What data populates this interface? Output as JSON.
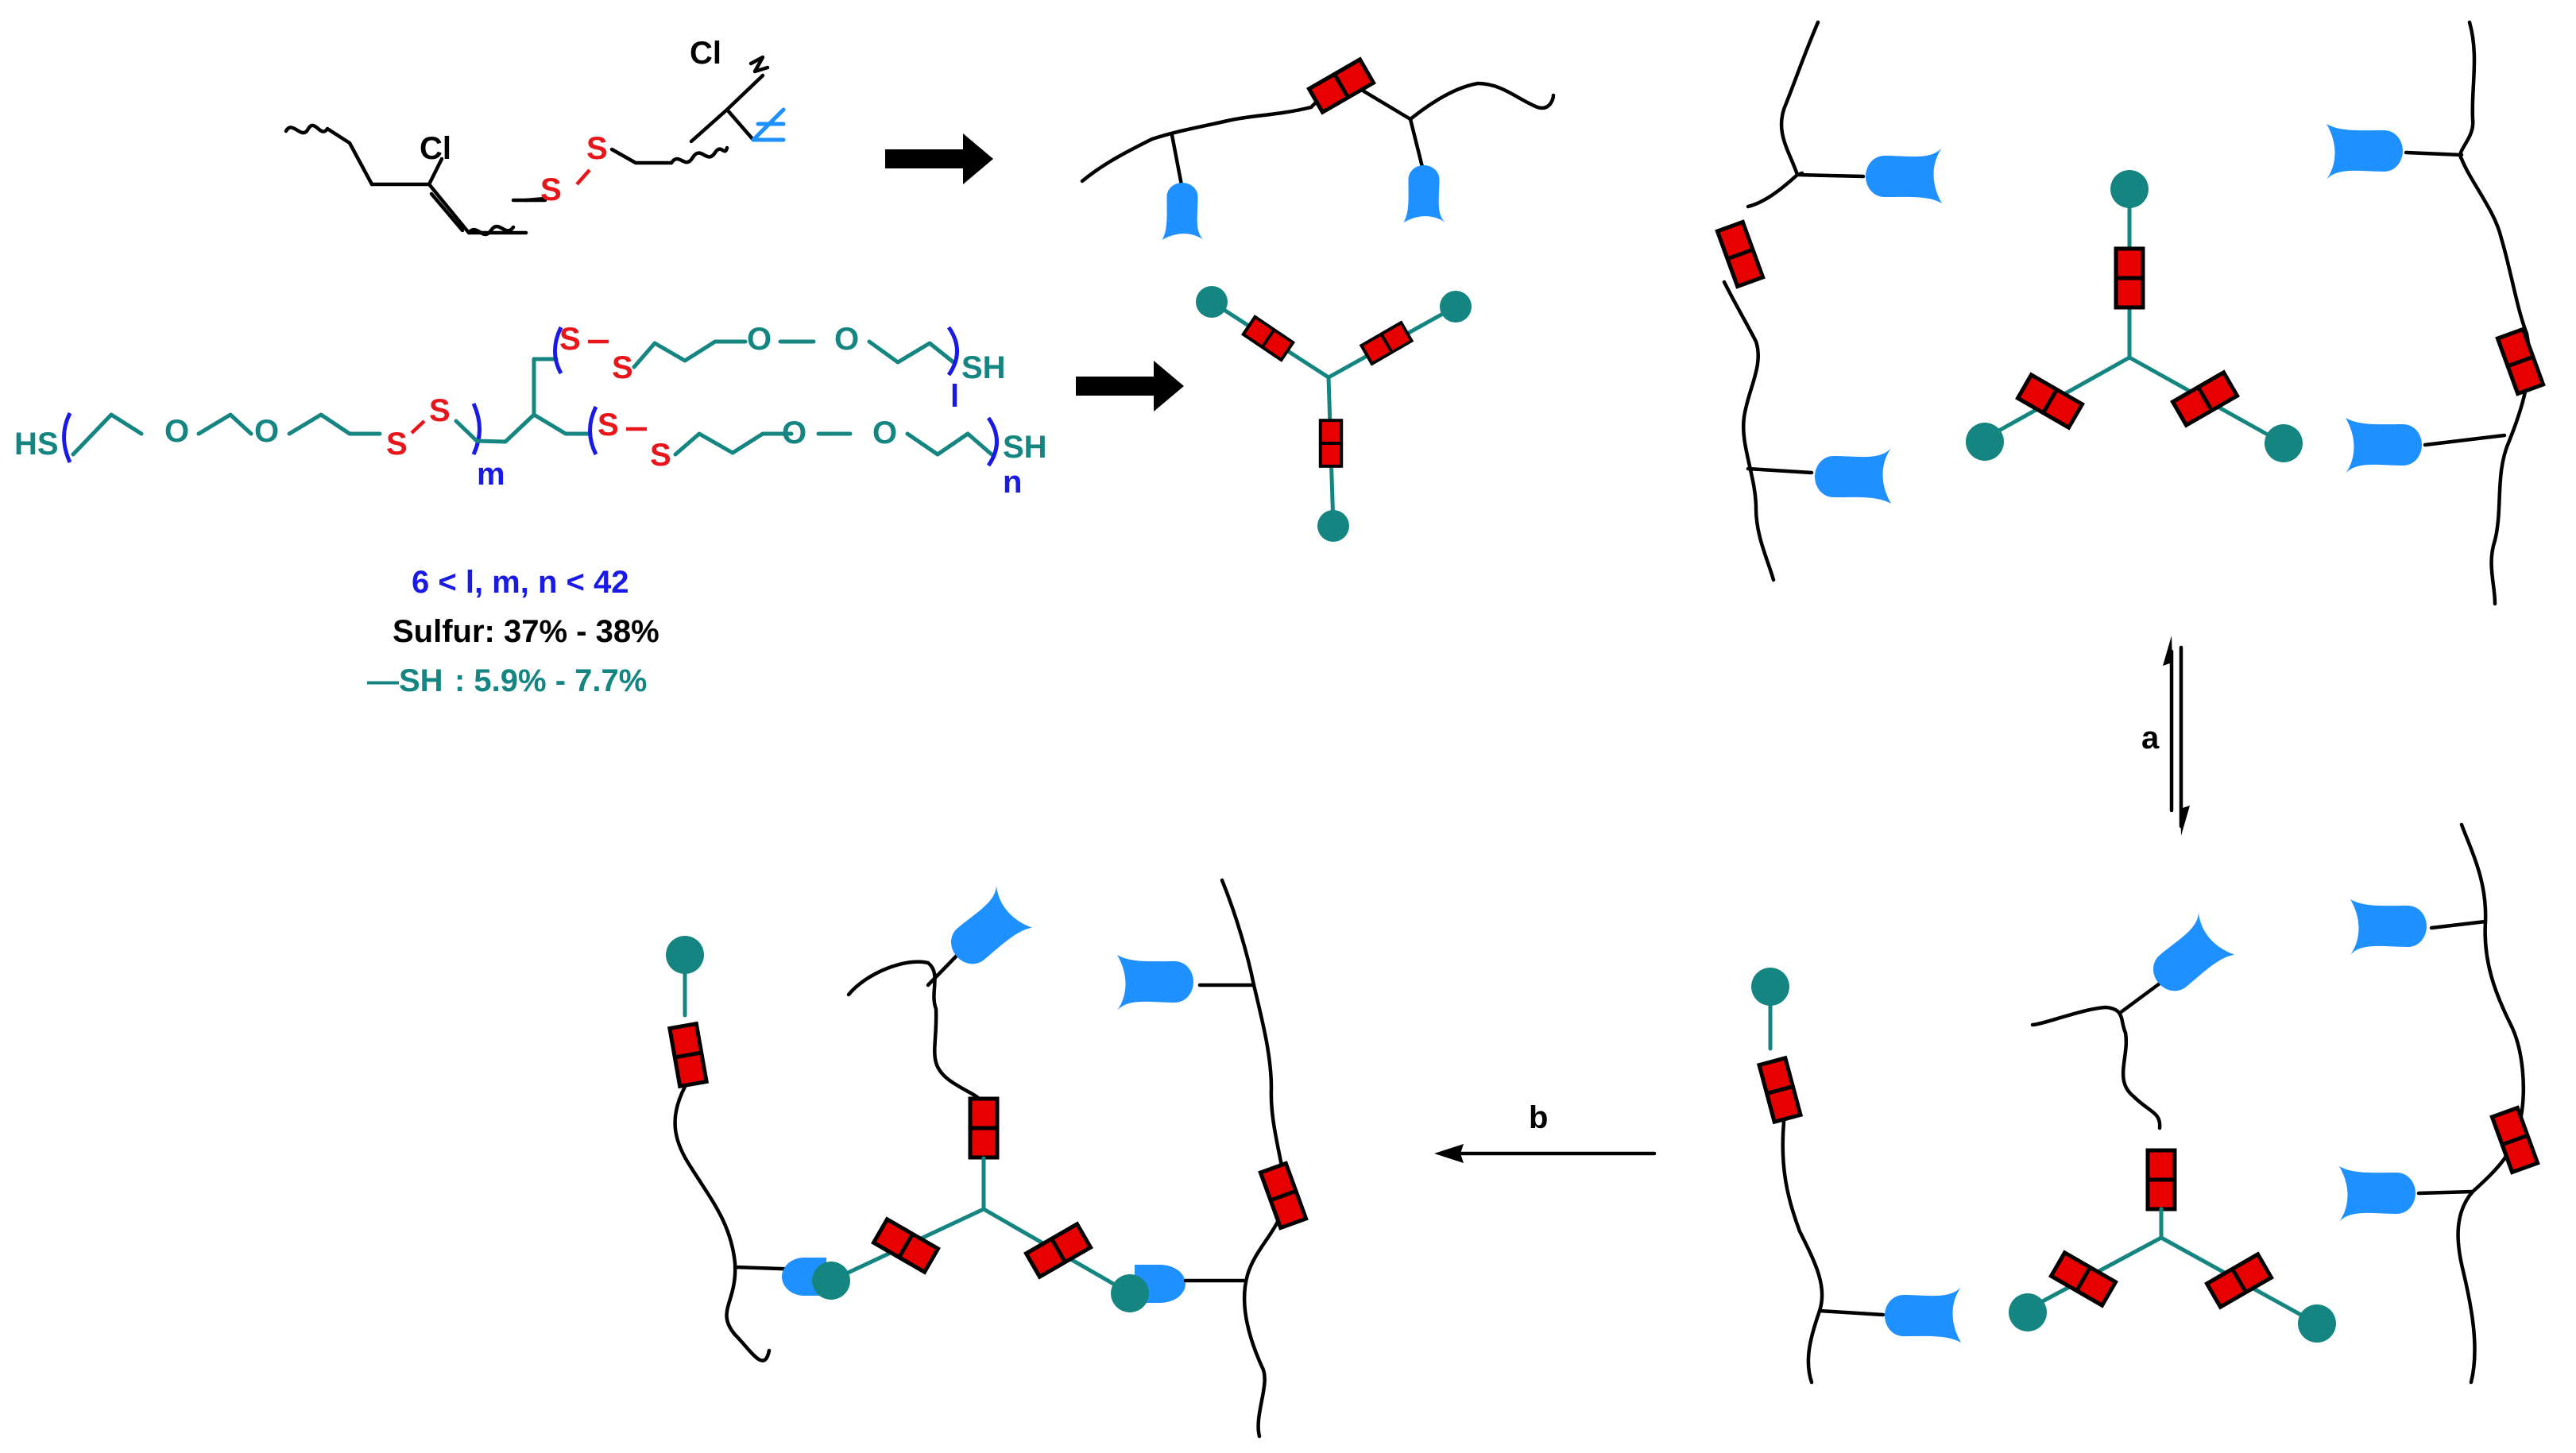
{
  "colors": {
    "black": "#000000",
    "red": "#e8161b",
    "blue": "#1a1ae6",
    "teal": "#148581",
    "light_blue": "#1e90ff",
    "disulfide_block": "#e60000"
  },
  "top_structure": {
    "cl_1": "Cl",
    "cl_2": "Cl",
    "s_1": "S",
    "s_2": "S"
  },
  "thiol_polymer": {
    "hs_left": "HS",
    "o_labels": [
      "O",
      "O"
    ],
    "s_labels": [
      "S",
      "S"
    ],
    "m": "m",
    "branch_upper_s": [
      "S",
      "S"
    ],
    "branch_upper_o": [
      "O",
      "O"
    ],
    "branch_upper_sh": "SH",
    "l": "l",
    "branch_lower_s": [
      "S",
      "S"
    ],
    "branch_lower_o": [
      "O",
      "O"
    ],
    "branch_lower_sh": "SH",
    "n": "n"
  },
  "composition": {
    "range": "6 < l, m, n < 42",
    "sulfur": "Sulfur: 37% - 38%",
    "sh_symbol": "—SH",
    "sh_value": ": 5.9% - 7.7%"
  },
  "steps": {
    "a": "a",
    "b": "b"
  },
  "icons": [
    "reaction-arrow-icon",
    "equilibrium-arrows-icon",
    "disulfide-block-icon",
    "thiol-bead-icon",
    "double-bond-pendant-icon",
    "three-arm-star-crosslinker-icon"
  ]
}
